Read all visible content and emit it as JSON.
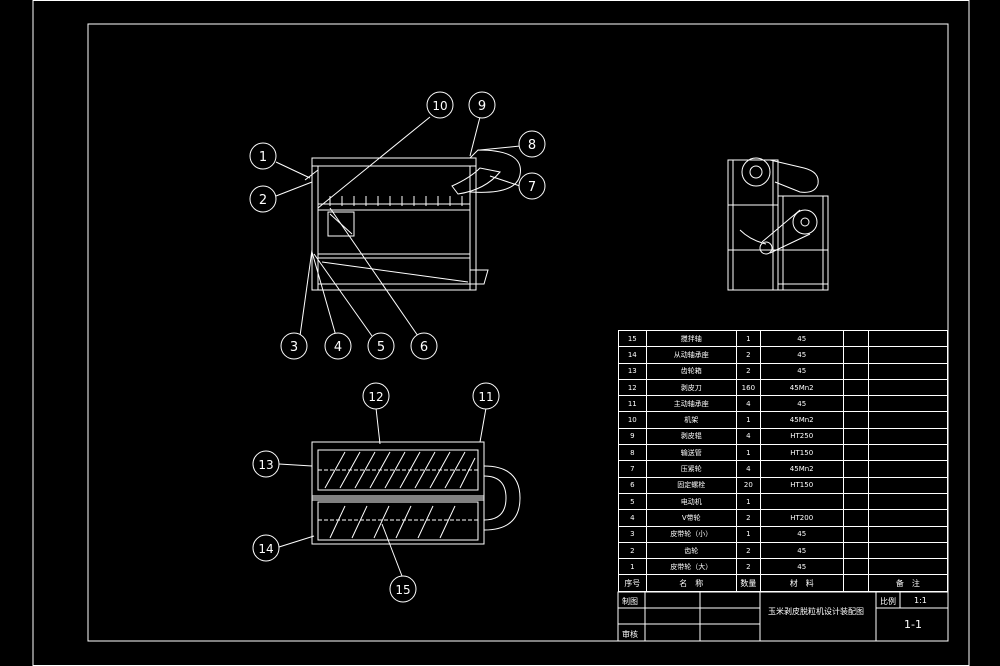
{
  "drawing": {
    "balloons": [
      "1",
      "2",
      "3",
      "4",
      "5",
      "6",
      "7",
      "8",
      "9",
      "10",
      "11",
      "12",
      "13",
      "14",
      "15"
    ]
  },
  "bom": {
    "rows": [
      {
        "no": "15",
        "name": "搅拌轴",
        "qty": "1",
        "material": "45",
        "remark": ""
      },
      {
        "no": "14",
        "name": "从动轴承座",
        "qty": "2",
        "material": "45",
        "remark": ""
      },
      {
        "no": "13",
        "name": "齿轮箱",
        "qty": "2",
        "material": "45",
        "remark": ""
      },
      {
        "no": "12",
        "name": "剥皮刀",
        "qty": "160",
        "material": "45Mn2",
        "remark": ""
      },
      {
        "no": "11",
        "name": "主动轴承座",
        "qty": "4",
        "material": "45",
        "remark": ""
      },
      {
        "no": "10",
        "name": "机架",
        "qty": "1",
        "material": "45Mn2",
        "remark": ""
      },
      {
        "no": "9",
        "name": "剥皮辊",
        "qty": "4",
        "material": "HT250",
        "remark": ""
      },
      {
        "no": "8",
        "name": "输送管",
        "qty": "1",
        "material": "HT150",
        "remark": ""
      },
      {
        "no": "7",
        "name": "压紧轮",
        "qty": "4",
        "material": "45Mn2",
        "remark": ""
      },
      {
        "no": "6",
        "name": "固定螺栓",
        "qty": "20",
        "material": "HT150",
        "remark": ""
      },
      {
        "no": "5",
        "name": "电动机",
        "qty": "1",
        "material": "",
        "remark": ""
      },
      {
        "no": "4",
        "name": "V带轮",
        "qty": "2",
        "material": "HT200",
        "remark": ""
      },
      {
        "no": "3",
        "name": "皮带轮（小）",
        "qty": "1",
        "material": "45",
        "remark": ""
      },
      {
        "no": "2",
        "name": "齿轮",
        "qty": "2",
        "material": "45",
        "remark": ""
      },
      {
        "no": "1",
        "name": "皮带轮（大）",
        "qty": "2",
        "material": "45",
        "remark": ""
      }
    ],
    "header": {
      "no": "序号",
      "name": "名　称",
      "qty": "数量",
      "material": "材　料",
      "remark": "备　注"
    }
  },
  "title_block": {
    "drawn_label": "制图",
    "checked_label": "审核",
    "title": "玉米剥皮脱粒机设计装配图",
    "scale_label": "比例",
    "scale_value": "1:1",
    "drawing_no": "1-1"
  }
}
